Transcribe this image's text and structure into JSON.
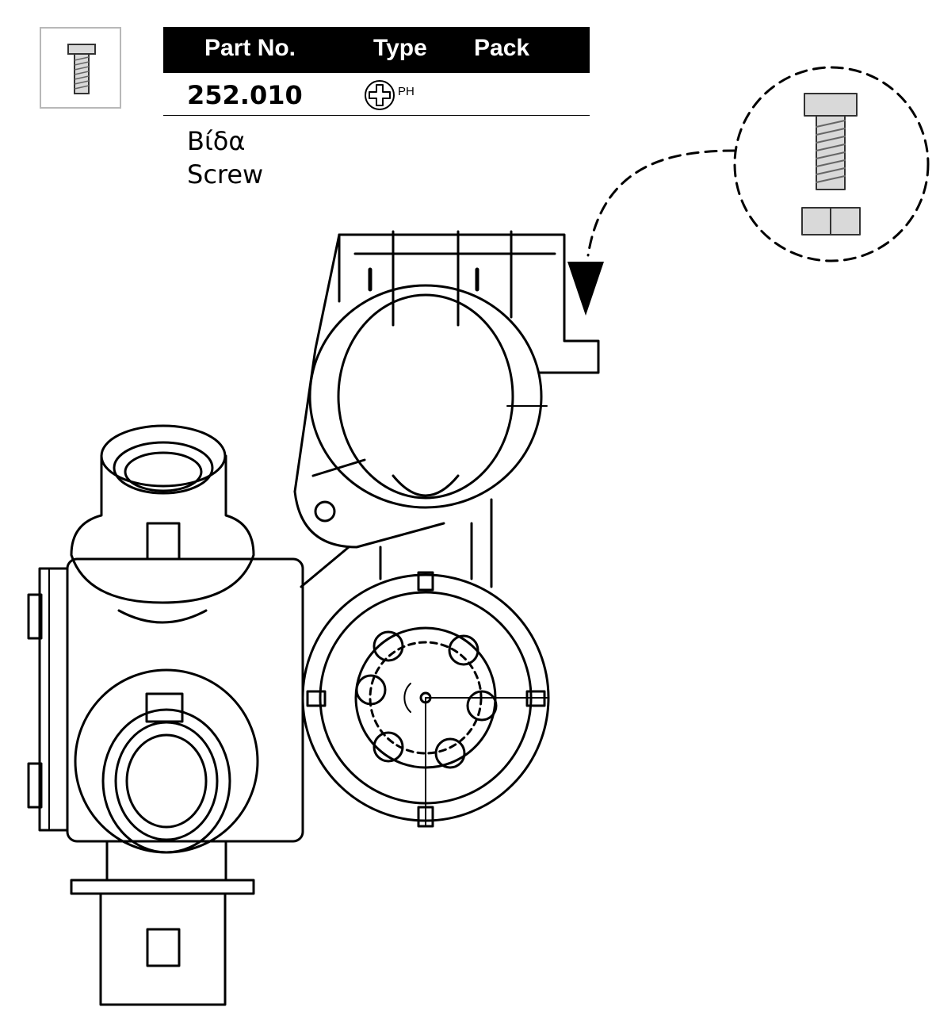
{
  "product": {
    "table_headers": {
      "part_no": "Part No.",
      "type": "Type",
      "pack": "Pack"
    },
    "part_number": "252.010",
    "type_code": "PH",
    "type_icon": "phillips-head-icon",
    "description_greek": "Βίδα",
    "description_english": "Screw"
  },
  "icons": {
    "thumbnail": "screw-icon",
    "detail": "screw-and-nut-icon"
  },
  "colors": {
    "header_bg": "#000000",
    "header_text": "#ffffff",
    "thumb_border": "#b8b8b8",
    "part_fill": "#d9d9d9"
  }
}
